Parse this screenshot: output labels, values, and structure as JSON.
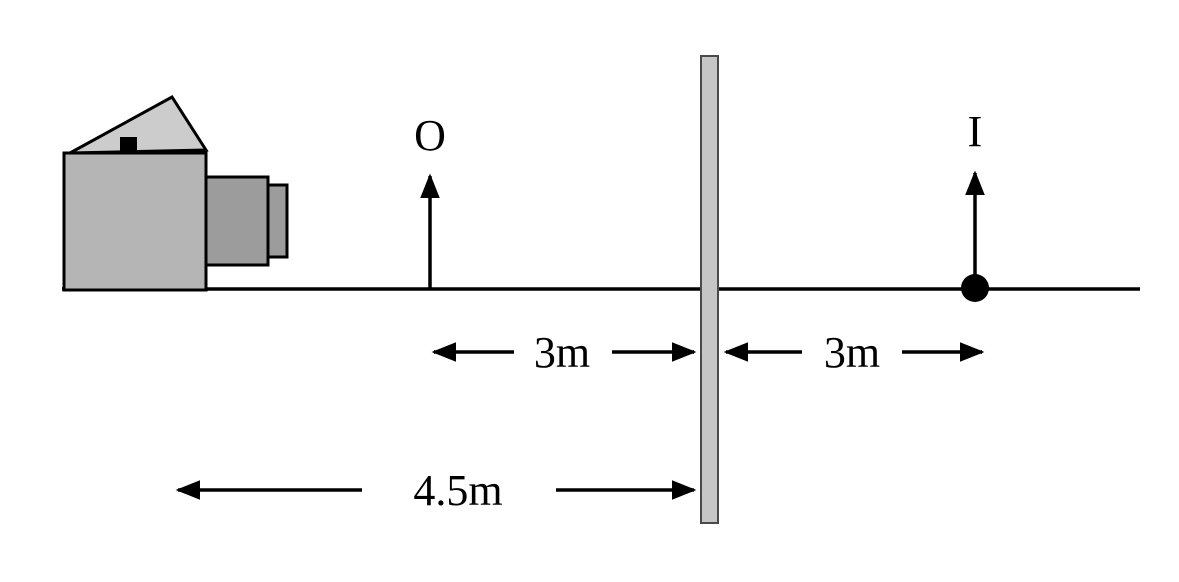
{
  "figure": {
    "description": "plane-mirror-ray-diagram-with-camera",
    "labels": {
      "object": "O",
      "image": "I"
    },
    "dimensions": {
      "object_to_mirror": "3m",
      "mirror_to_image": "3m",
      "camera_to_mirror": "4.5m"
    },
    "colors": {
      "background": "#ffffff",
      "ink": "#000000",
      "mirror": "#c6c6c6",
      "mirror_edge": "#4a4a4a",
      "camera_body": "#b5b5b5",
      "camera_top": "#cccccc",
      "camera_lens": "#9c9c9c"
    }
  }
}
